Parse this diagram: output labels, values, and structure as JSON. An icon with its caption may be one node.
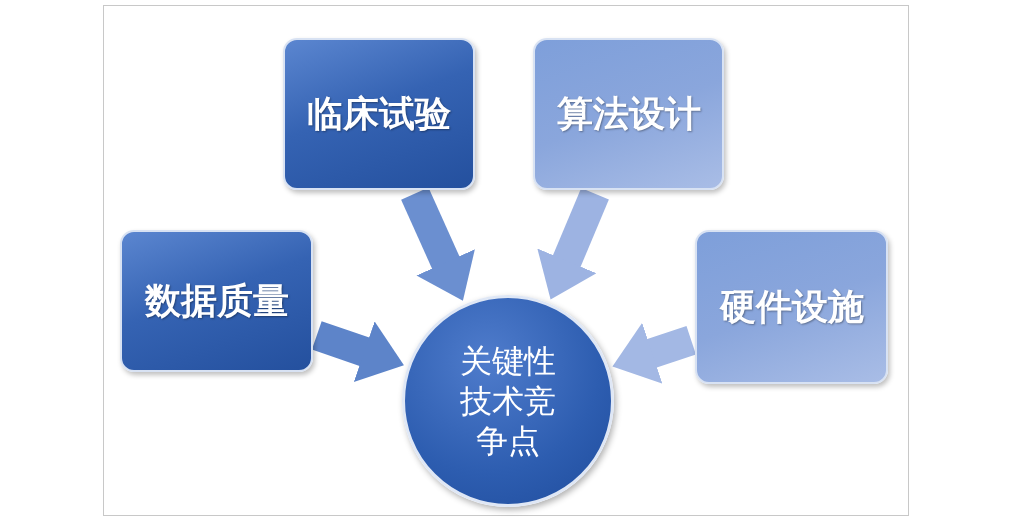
{
  "diagram": {
    "nodes": [
      {
        "text": [
          "临床试验"
        ]
      },
      {
        "text": [
          "算法设计"
        ]
      },
      {
        "text": [
          "数据质量"
        ]
      },
      {
        "text": [
          "硬件设施"
        ]
      },
      {
        "text": [
          "关键性技术竞争点"
        ]
      }
    ],
    "edges": [
      {
        "from": 0,
        "to": 4,
        "arrow": "to"
      },
      {
        "from": 1,
        "to": 4,
        "arrow": "to"
      },
      {
        "from": 2,
        "to": 4,
        "arrow": "to"
      },
      {
        "from": 3,
        "to": 4,
        "arrow": "to"
      }
    ]
  }
}
